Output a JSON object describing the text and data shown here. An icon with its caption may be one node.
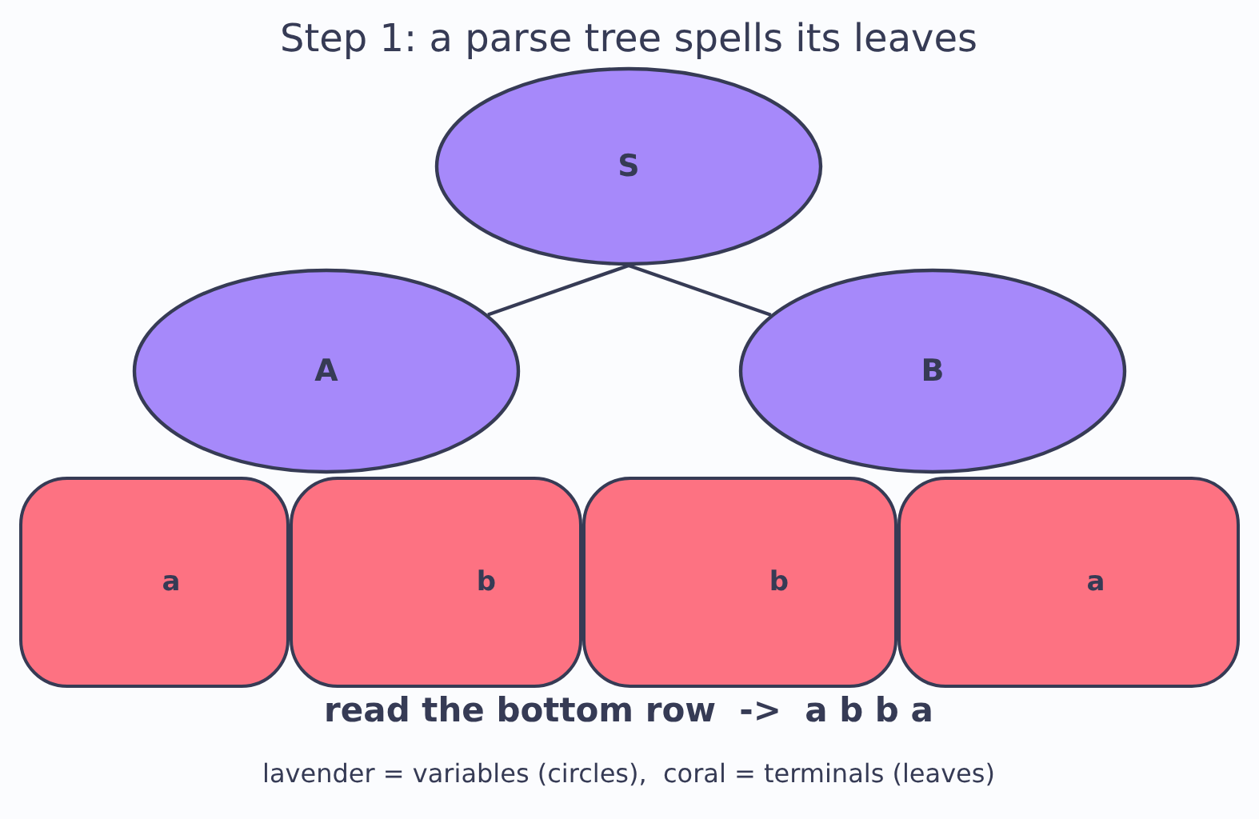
{
  "diagram": {
    "title": "Step 1: a parse tree spells its leaves",
    "nodes": [
      {
        "text": [
          "S"
        ]
      },
      {
        "text": [
          "A"
        ]
      },
      {
        "text": [
          "B"
        ]
      },
      {
        "text": [
          "a"
        ]
      },
      {
        "text": [
          "b"
        ]
      },
      {
        "text": [
          "b"
        ]
      },
      {
        "text": [
          "a"
        ]
      }
    ],
    "edges": [
      {
        "from": 0,
        "to": 1,
        "arrow": "none"
      },
      {
        "from": 0,
        "to": 2,
        "arrow": "none"
      }
    ],
    "labels": [
      "read the bottom row  ->  a b b a",
      "lavender = variables (circles),  coral = terminals (leaves)"
    ]
  }
}
